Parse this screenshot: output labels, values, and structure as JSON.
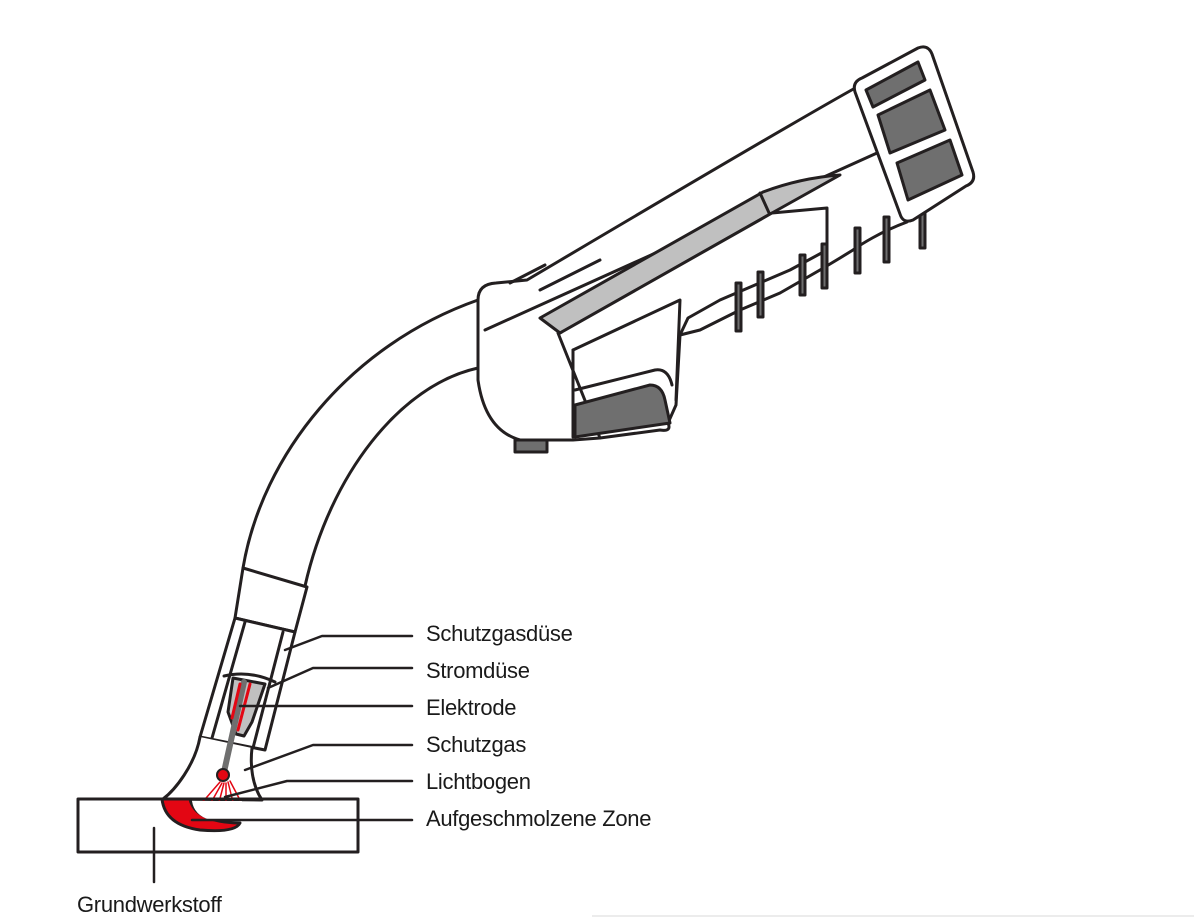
{
  "diagram": {
    "labels": [
      "Schutzgasdüse",
      "Stromdüse",
      "Elektrode",
      "Schutzgas",
      "Lichtbogen",
      "Aufgeschmolzene Zone"
    ],
    "base_label": "Grundwerkstoff"
  },
  "colors": {
    "outline": "#231f20",
    "accent_red": "#e30613",
    "light_gray": "#c0c0c0",
    "dark_gray": "#6f6f6f"
  }
}
